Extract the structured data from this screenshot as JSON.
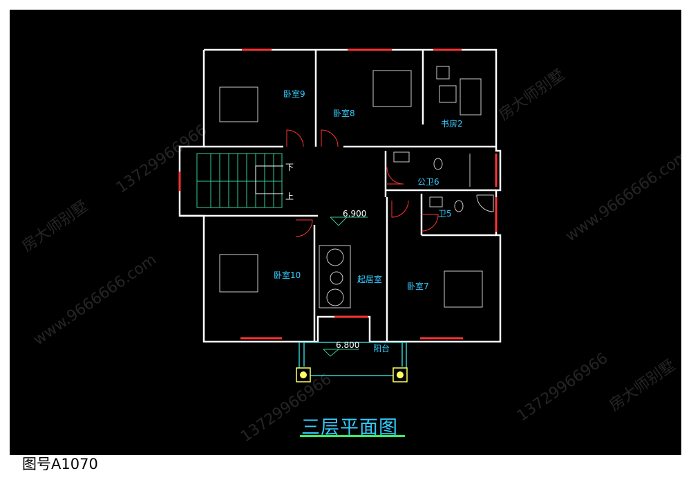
{
  "title": "三层平面图",
  "drawing_number": "图号A1070",
  "rooms": {
    "bedroom9": "卧室9",
    "bedroom8": "卧室8",
    "study2": "书房2",
    "public_bath6": "公卫6",
    "bath5": "卫5",
    "bedroom10": "卧室10",
    "living": "起居室",
    "bedroom7": "卧室7",
    "balcony": "阳台"
  },
  "stairs": {
    "down": "下",
    "up": "上"
  },
  "elevations": {
    "upper": "6.900",
    "lower": "6.800"
  },
  "watermarks": [
    "房大师别墅",
    "13729966966",
    "www.9666666.com"
  ],
  "colors": {
    "wall": "#ffffff",
    "window": "#ff3333",
    "label": "#33ccff",
    "stair": "#33cc99",
    "title_underline": "#33ee66"
  }
}
